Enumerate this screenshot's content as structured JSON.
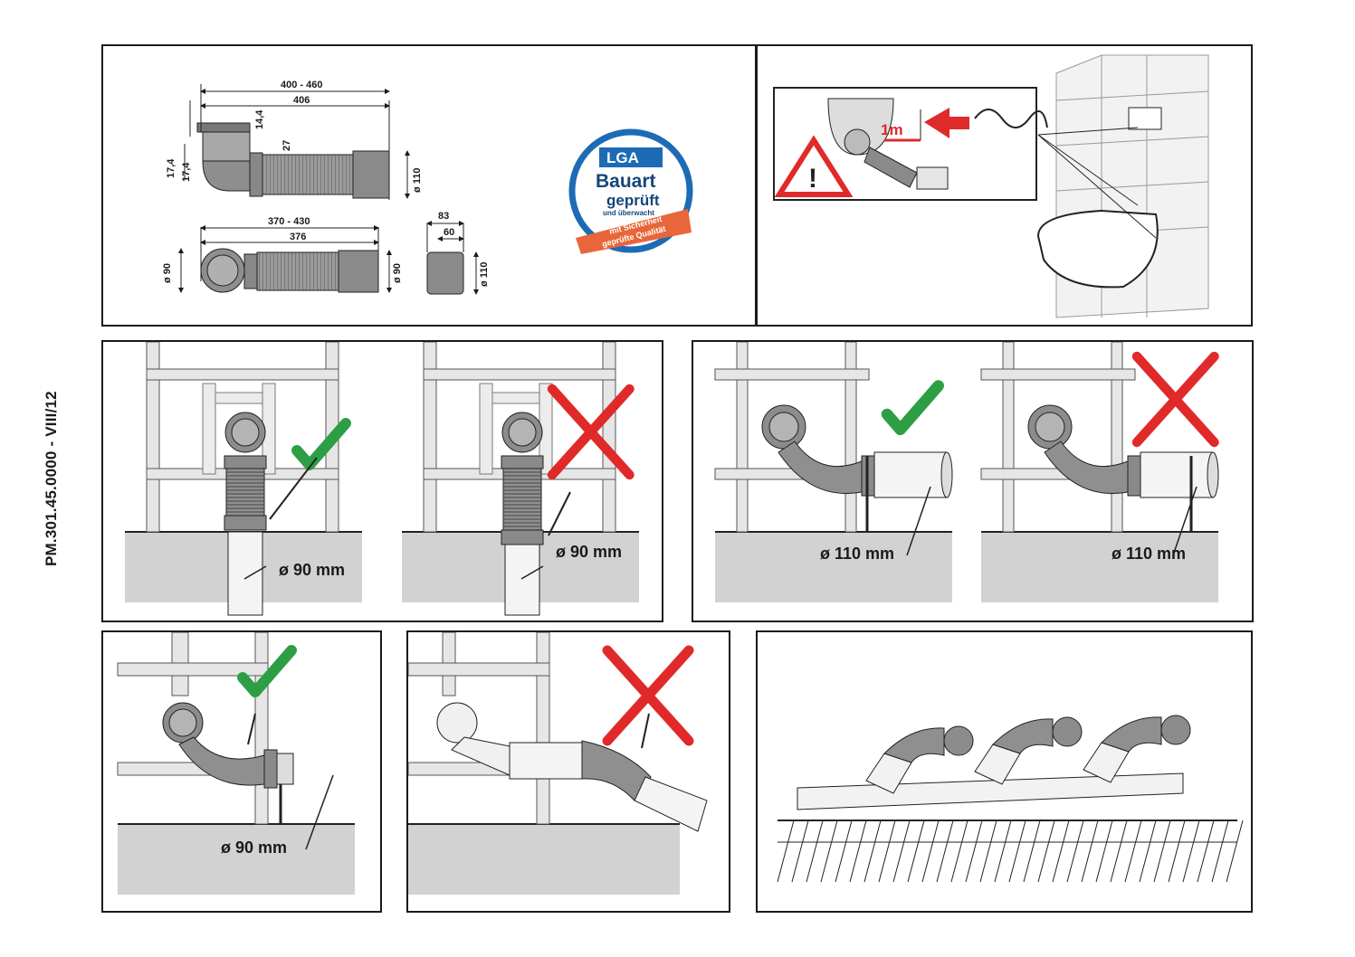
{
  "document_code": "PM.301.45.0000 - VIII/12",
  "dimensions": {
    "top_overall": "400 - 460",
    "top_inner": "406",
    "socket_depth_a": "14,4",
    "socket_depth_b": "27",
    "offset_a": "17,4",
    "offset_b": "17,4",
    "top_outlet": "ø 110",
    "mid_overall": "370 - 430",
    "mid_inner": "376",
    "mid_inlet": "ø 90",
    "mid_outlet": "ø 90",
    "adapter_length": "83",
    "adapter_inner": "60",
    "adapter_diameter": "ø 110"
  },
  "badge": {
    "brand": "LGA",
    "line1": "Bauart",
    "line2": "geprüft",
    "line3": "und überwacht",
    "ribbon1": "mit Sicherheit",
    "ribbon2": "geprüfte Qualität"
  },
  "warning": {
    "distance": "1m"
  },
  "labels": {
    "p1": "ø 90 mm",
    "p2": "ø 90 mm",
    "p3": "ø 110 mm",
    "p4": "ø 110 mm",
    "p5": "ø 90 mm"
  },
  "colors": {
    "ok": "#2e9e44",
    "bad": "#e02a2a",
    "floor": "#d2d2d2",
    "pipe": "#8a8a8a",
    "badge_blue": "#1d6bb5",
    "ribbon": "#e8663a"
  }
}
